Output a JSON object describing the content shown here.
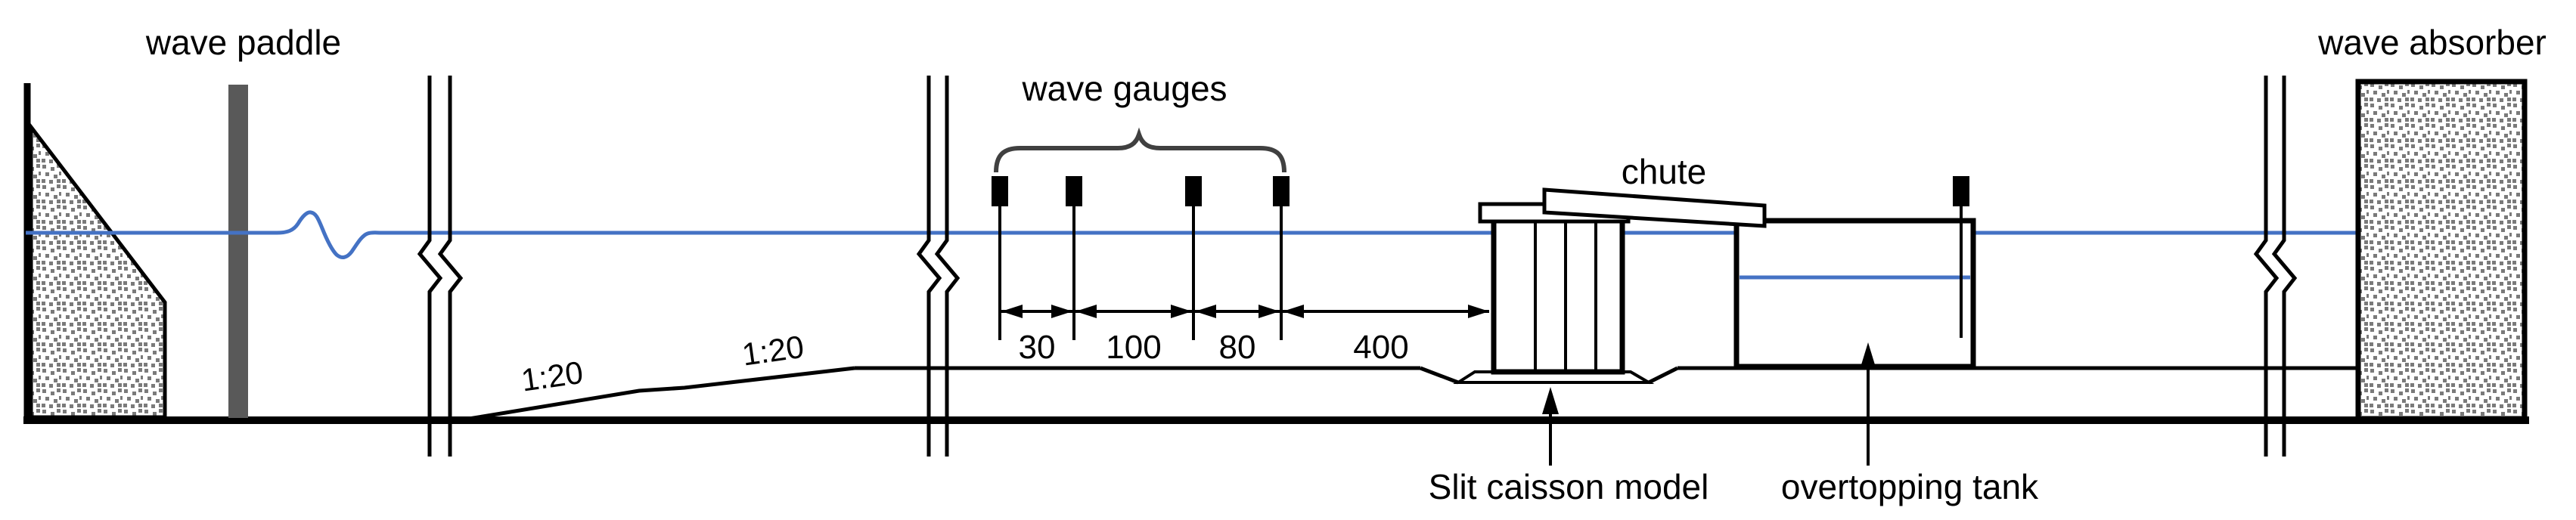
{
  "figure": {
    "top_labels": {
      "wave_paddle": "wave paddle",
      "wave_gauges": "wave gauges",
      "wave_absorber": "wave absorber"
    },
    "component_labels": {
      "chute": "chute",
      "slit_caisson_model": "Slit caisson model",
      "overtopping_tank": "overtopping tank"
    },
    "slope_labels": {
      "slope_1": "1:20",
      "slope_2": "1:20"
    },
    "dimensions": {
      "gauge_gap_1": "30",
      "gauge_gap_2": "100",
      "gauge_gap_3": "80",
      "gauge_to_caisson": "400"
    },
    "colors": {
      "water_line": "#4472c4",
      "wave_paddle_fill": "#595959",
      "outline": "#000000",
      "stipple_dots": "#7a7a7a",
      "brace": "#404040"
    },
    "counts": {
      "wave_gauges_in_flume": 4,
      "wave_gauge_in_tank": 1,
      "caisson_slit_lines": 3
    }
  }
}
